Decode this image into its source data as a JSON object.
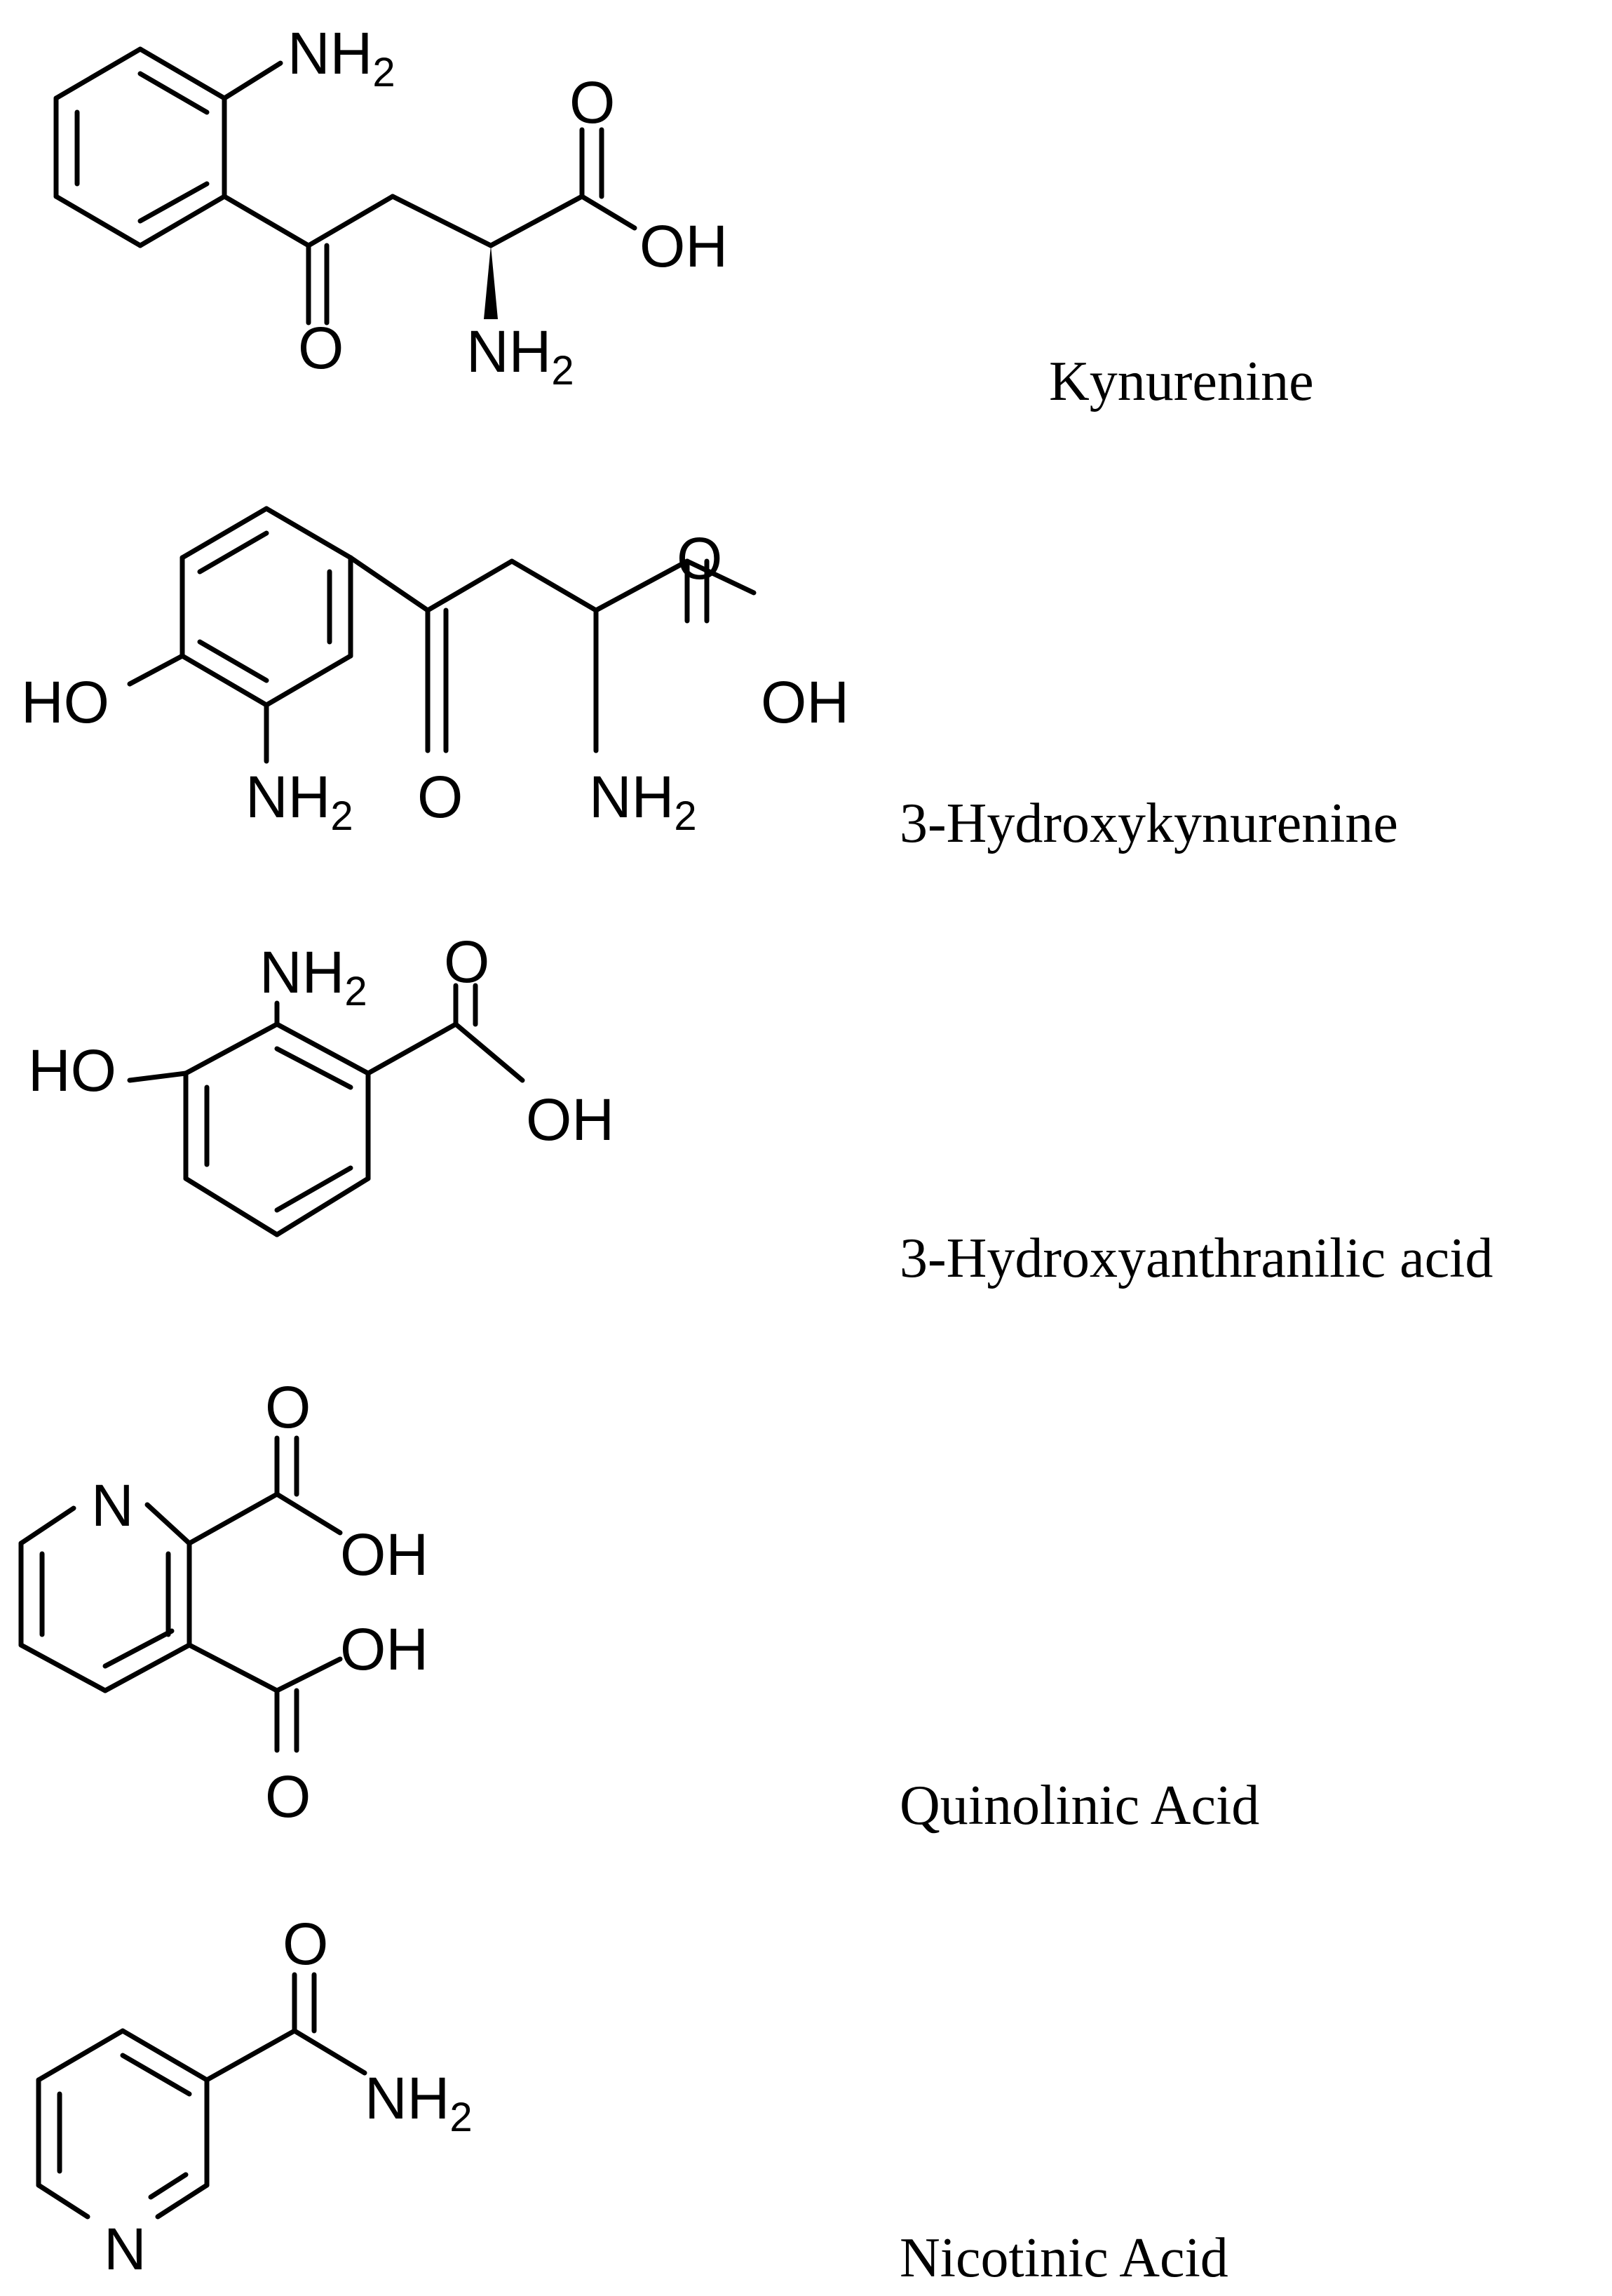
{
  "compounds": [
    {
      "name": "Kynurenine"
    },
    {
      "name": "3-Hydroxykynurenine"
    },
    {
      "name": "3-Hydroxyanthranilic acid"
    },
    {
      "name": "Quinolinic Acid"
    },
    {
      "name": "Nicotinic Acid"
    }
  ],
  "atoms": {
    "nh": "NH",
    "sub2": "2",
    "o": "O",
    "oh": "OH",
    "ho": "HO",
    "n": "N"
  },
  "colors": {
    "ink": "#000000",
    "background": "#ffffff"
  }
}
